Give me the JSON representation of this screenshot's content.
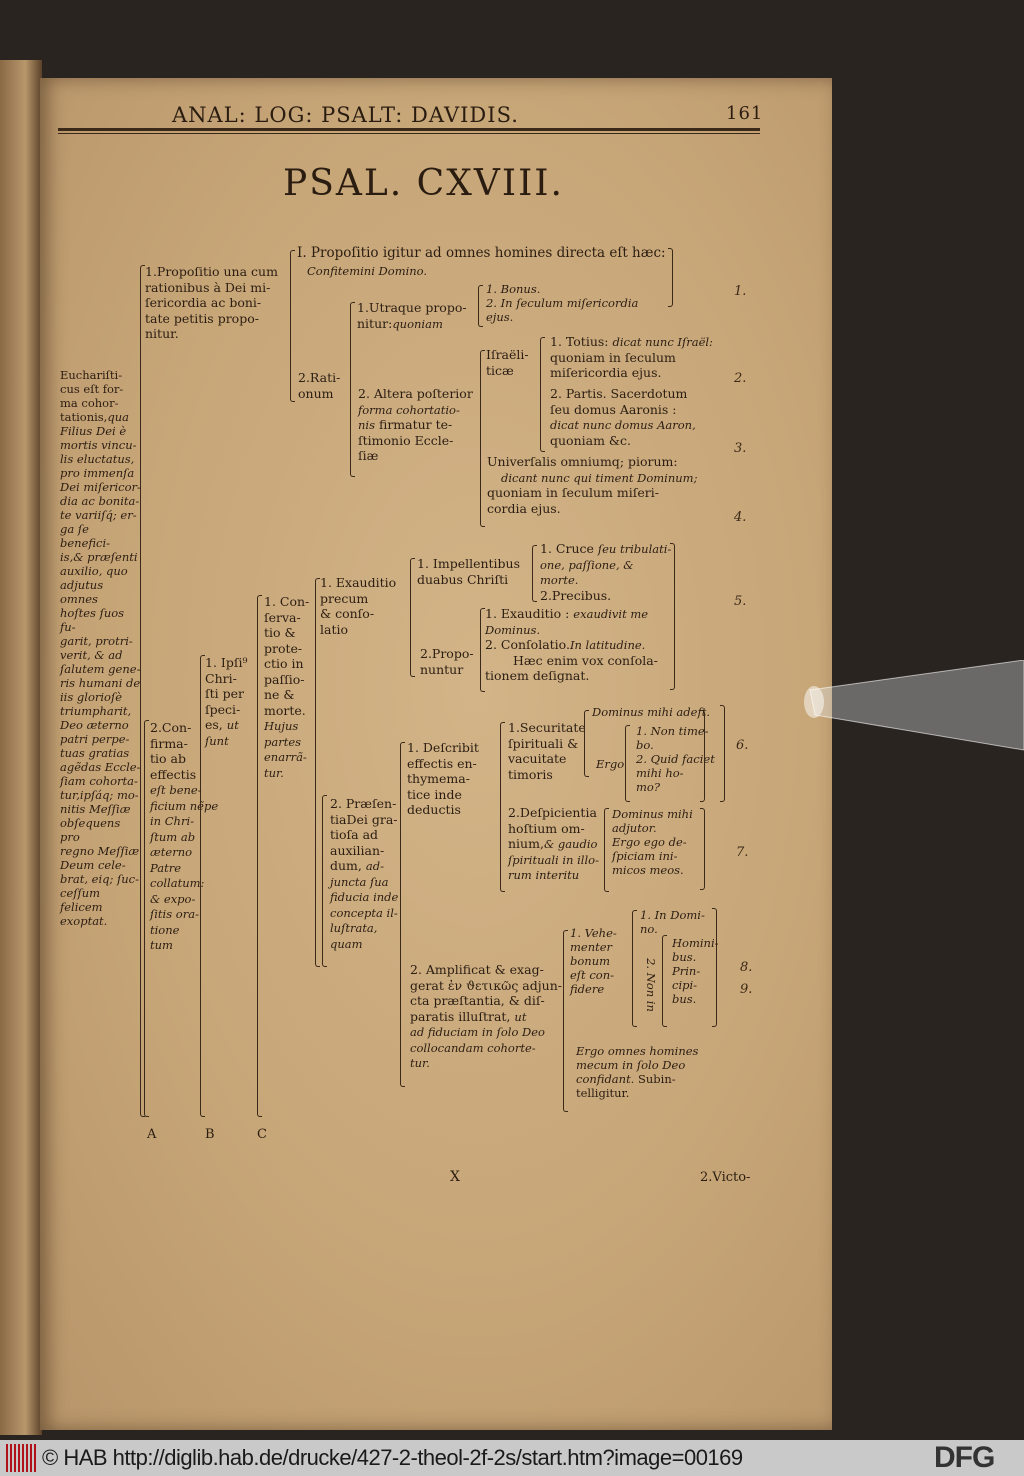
{
  "header": {
    "running_title": "ANAL: LOG: PSALT: DAVIDIS.",
    "page_number": "161"
  },
  "title": "PSAL. CXVIII.",
  "left_column": {
    "roman": "Euchariſti-\ncus eſt for-\nma cohor-\ntationis,",
    "italic": "qua\nFilius Dei è\nmortis vincu-\nlis eluctatus,\npro immenſa\nDei miſericor-\ndia ac bonita-\nte variiſq́; er-\nga ſe benefici-\nis,& præſenti\nauxilio, quo\nadjutus omnes\nhoſtes ſuos fu-\ngarit, protri-\nverit, & ad\nſalutem gene-\nris humani de\niis glorioſè\ntriumpharit,\nDeo æterno\npatri perpe-\ntuas gratias\nagẽdas Eccle-\nſiam cohorta-\ntur,ipſáq; mo-\nnitis Meſſiæ\nobſequens pro\nregno Meſſiæ\nDeum cele-\nbrat, eiq; ſuc-\nceſſum felicem\nexoptat."
  },
  "nodes": {
    "propositio_una": "1.Propoſitio una cum\nrationibus à Dei mi-\nſericordia ac boni-\ntate petitis propo-\nnitur.",
    "propositio_igitur": "I.   Propoſitio igitur ad omnes homines directa eſt hæc:",
    "confitemini": "Confitemini Domino.",
    "utraque": "1.Utraque propo-\nnitur:",
    "utraque_it": "quoniam",
    "bonus": "1.   Bonus.\n2.   In ſeculum miſericordia\n      ejus.",
    "rationum": "2.Rati-\nonum",
    "altera": "2. Altera poſterior",
    "altera_it": "forma cohortatio-\nnis",
    "altera_2": "firmatur te-\nſtimonio Eccle-\nſiæ",
    "israeliticae": "Iſraëli-\nticæ",
    "totius": "1. Totius:",
    "totius_it": "dicat nunc Iſraël:",
    "totius_2": "quoniam in ſeculum\nmiſericordia ejus.",
    "partis": "2. Partis. Sacerdotum\nſeu domus Aaronis :",
    "partis_it": "dicat nunc domus Aaron,",
    "partis_2": "quoniam &c.",
    "universalis": "Univerſalis omniumq; piorum:",
    "universalis_it": "dicant nunc qui timent Dominum;",
    "universalis_2": "quoniam in ſeculum miſeri-\ncordia ejus.",
    "confirmatio": "2.Con-\nfirma-\ntio ab\neffectis",
    "confirmatio_it": "eſt bene-\nficium nẽpe\nin Chri-\nſtum ab\næterno\nPatre\ncollatum:\n& expo-\nſitis ora-\ntione\ntum",
    "ipsi": "1. Ipſi⁹\nChri-\nſti per\nſpeci-\nes,",
    "ipsi_it": "ut\nſunt",
    "conservatio": "1. Con-\nſerva-\ntio &\nprote-\nctio in\npaſſio-\nne &\nmorte.",
    "conservatio_it": "Hujus\npartes\nenarrã-\ntur.",
    "exauditio_precum": "1. Exauditio\n    precum\n    & conſo-\n    latio",
    "impellentibus": "1. Impellentibus\n    duabus Chriſti",
    "cruce": "1. Cruce",
    "cruce_it": "ſeu tribulati-\none, paſſione, &\nmorte.",
    "precibus": "2.Precibus.",
    "proponuntur": "2.Propo-\nnuntur",
    "exauditio": "1.   Exauditio :",
    "exauditio_it": "exaudivit me\n       Dominus.",
    "consolatio": "2.   Conſolatio.",
    "consolatio_it": "In latitudine.",
    "consolatio_2": "Hæc enim vox conſola-\ntionem deſignat.",
    "praesentia": "2. Præſen-\ntiaDei gra-\ntioſa ad\nauxilian-\ndum,",
    "praesentia_it": "ad-\njuncta ſua\nfiducia inde\nconcepta il-\nluſtrata,\nquam",
    "describit": "1.  Deſcribit\n    effectis en-\n    thymema-\n    tice inde\n    deductis",
    "securitate": "1.Securitate\nſpirituali &\nvacuitate\ntimoris",
    "adest": "Dominus mihi adeſt.",
    "ergo": "Ergo",
    "non_timebo": "1. Non time-\n    bo.\n2. Quid faciet\n    mihi ho-\n    mo?",
    "despicientia": "2.Deſpicientia\nhoſtium om-\nnium,",
    "despicientia_it": "& gaudio\nſpirituali in illo-\nrum interitu",
    "adjutor": "Dominus mihi\nadjutor.\nErgo ego de-\nſpiciam ini-\nmicos meos.",
    "amplificat": "2.  Amplificat & exag-\n     gerat ἐν ϑετικῶς adjun-\n     cta præſtantia, & diſ-\n     paratis illuſtrat,",
    "amplificat_it": "ut\nad fiduciam in ſolo Deo\ncollocandam cohorte-\ntur.",
    "vehementer": "1.  Vehe-\n    menter\n    bonum\n    eſt con-\n    fidere",
    "in_domino": "1.  In Domi-\n     no.",
    "non_in": "2. Non in",
    "hominibus": "Homini-\n  bus.\nPrin-\n  cipi-\n  bus.",
    "ergo_omnes": "Ergo omnes homines\n    mecum in ſolo Deo\n    confidant.",
    "subintelligitur": "Subin-\ntelligitur."
  },
  "verse_numbers": [
    "1.",
    "2.",
    "3.",
    "4.",
    "5.",
    "6.",
    "7.",
    "8.",
    "9."
  ],
  "column_letters": [
    "A",
    "B",
    "C"
  ],
  "signature": "X",
  "catchword": "2.Victo-",
  "footer": {
    "copyright": "© HAB http://diglib.hab.de/drucke/427-2-theol-2f-2s/start.htm?image=00169",
    "logo_text": "DFG",
    "accent_color": "#b0121a"
  }
}
